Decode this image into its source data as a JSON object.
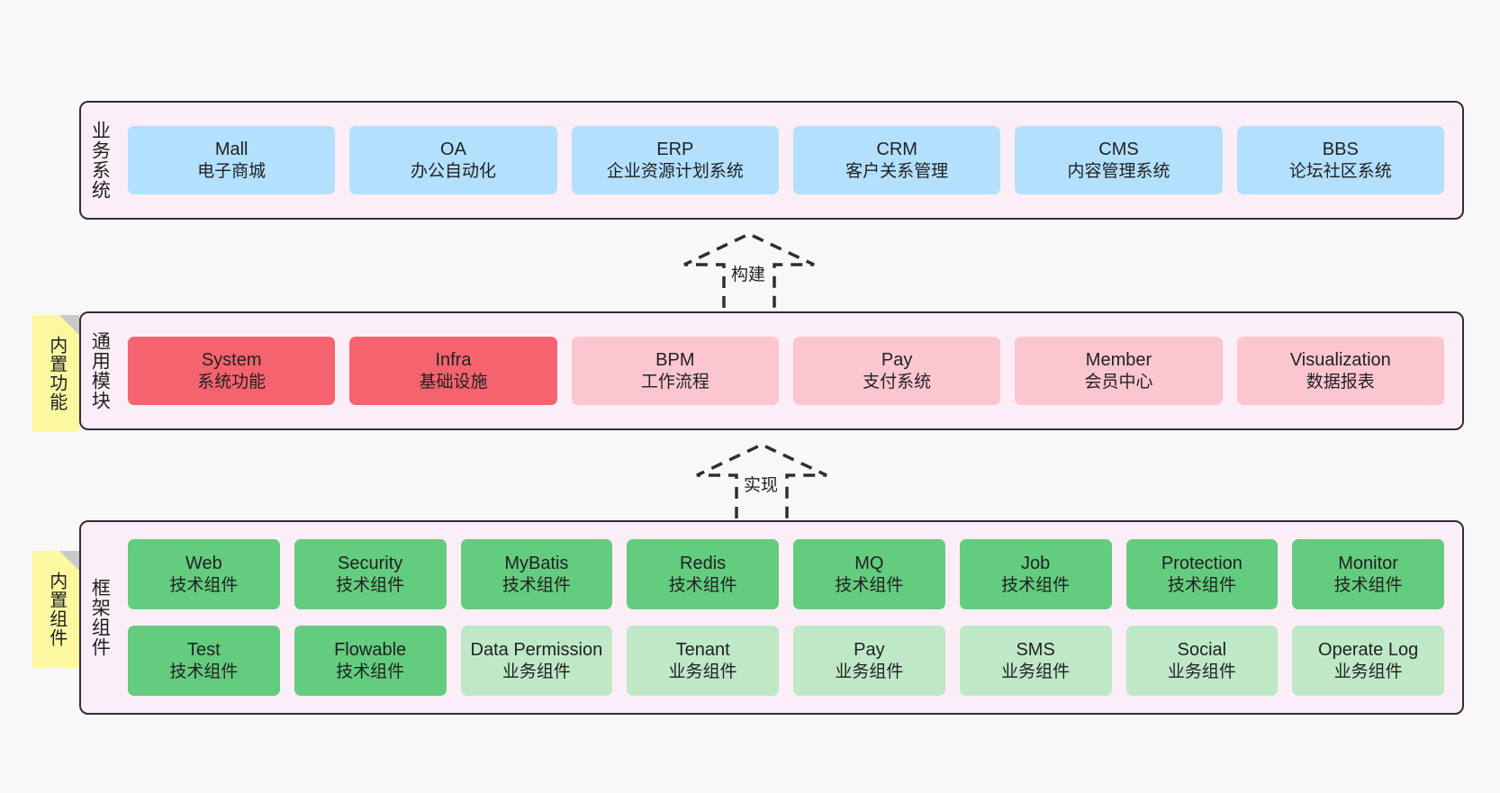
{
  "diagram": {
    "background": "#f8f8f8",
    "layer_fill": "#fbeef6",
    "layer_border": "#2f2f33",
    "note_fill": "#fbf8a0",
    "colors": {
      "business": "#b3e0fc",
      "core_module": "#f5646e",
      "module": "#fbc6d0",
      "tech_component": "#64cc7e",
      "biz_component": "#bfe8c7"
    }
  },
  "layers": [
    {
      "id": "business-system",
      "title": "业务系统",
      "note": null,
      "rows": [
        {
          "cells": [
            {
              "name": "mall",
              "line1": "Mall",
              "line2": "电子商城",
              "style": "blue"
            },
            {
              "name": "oa",
              "line1": "OA",
              "line2": "办公自动化",
              "style": "blue"
            },
            {
              "name": "erp",
              "line1": "ERP",
              "line2": "企业资源计划系统",
              "style": "blue"
            },
            {
              "name": "crm",
              "line1": "CRM",
              "line2": "客户关系管理",
              "style": "blue"
            },
            {
              "name": "cms",
              "line1": "CMS",
              "line2": "内容管理系统",
              "style": "blue"
            },
            {
              "name": "bbs",
              "line1": "BBS",
              "line2": "论坛社区系统",
              "style": "blue"
            }
          ]
        }
      ]
    },
    {
      "id": "common-module",
      "title": "通用模块",
      "note": "内置功能",
      "rows": [
        {
          "cells": [
            {
              "name": "system",
              "line1": "System",
              "line2": "系统功能",
              "style": "red"
            },
            {
              "name": "infra",
              "line1": "Infra",
              "line2": "基础设施",
              "style": "red"
            },
            {
              "name": "bpm",
              "line1": "BPM",
              "line2": "工作流程",
              "style": "pink"
            },
            {
              "name": "pay",
              "line1": "Pay",
              "line2": "支付系统",
              "style": "pink"
            },
            {
              "name": "member",
              "line1": "Member",
              "line2": "会员中心",
              "style": "pink"
            },
            {
              "name": "visualization",
              "line1": "Visualization",
              "line2": "数据报表",
              "style": "pink"
            }
          ]
        }
      ]
    },
    {
      "id": "framework-component",
      "title": "框架组件",
      "note": "内置组件",
      "rows": [
        {
          "cells": [
            {
              "name": "web",
              "line1": "Web",
              "line2": "技术组件",
              "style": "green"
            },
            {
              "name": "security",
              "line1": "Security",
              "line2": "技术组件",
              "style": "green"
            },
            {
              "name": "mybatis",
              "line1": "MyBatis",
              "line2": "技术组件",
              "style": "green"
            },
            {
              "name": "redis",
              "line1": "Redis",
              "line2": "技术组件",
              "style": "green"
            },
            {
              "name": "mq",
              "line1": "MQ",
              "line2": "技术组件",
              "style": "green"
            },
            {
              "name": "job",
              "line1": "Job",
              "line2": "技术组件",
              "style": "green"
            },
            {
              "name": "protection",
              "line1": "Protection",
              "line2": "技术组件",
              "style": "green"
            },
            {
              "name": "monitor",
              "line1": "Monitor",
              "line2": "技术组件",
              "style": "green"
            }
          ]
        },
        {
          "cells": [
            {
              "name": "test",
              "line1": "Test",
              "line2": "技术组件",
              "style": "green"
            },
            {
              "name": "flowable",
              "line1": "Flowable",
              "line2": "技术组件",
              "style": "green"
            },
            {
              "name": "data-permission",
              "line1": "Data Permission",
              "line2": "业务组件",
              "style": "mint"
            },
            {
              "name": "tenant",
              "line1": "Tenant",
              "line2": "业务组件",
              "style": "mint"
            },
            {
              "name": "pay-component",
              "line1": "Pay",
              "line2": "业务组件",
              "style": "mint"
            },
            {
              "name": "sms",
              "line1": "SMS",
              "line2": "业务组件",
              "style": "mint"
            },
            {
              "name": "social",
              "line1": "Social",
              "line2": "业务组件",
              "style": "mint"
            },
            {
              "name": "operate-log",
              "line1": "Operate Log",
              "line2": "业务组件",
              "style": "mint"
            }
          ]
        }
      ]
    }
  ],
  "connectors": [
    {
      "id": "build",
      "label": "构建"
    },
    {
      "id": "implement",
      "label": "实现"
    }
  ]
}
